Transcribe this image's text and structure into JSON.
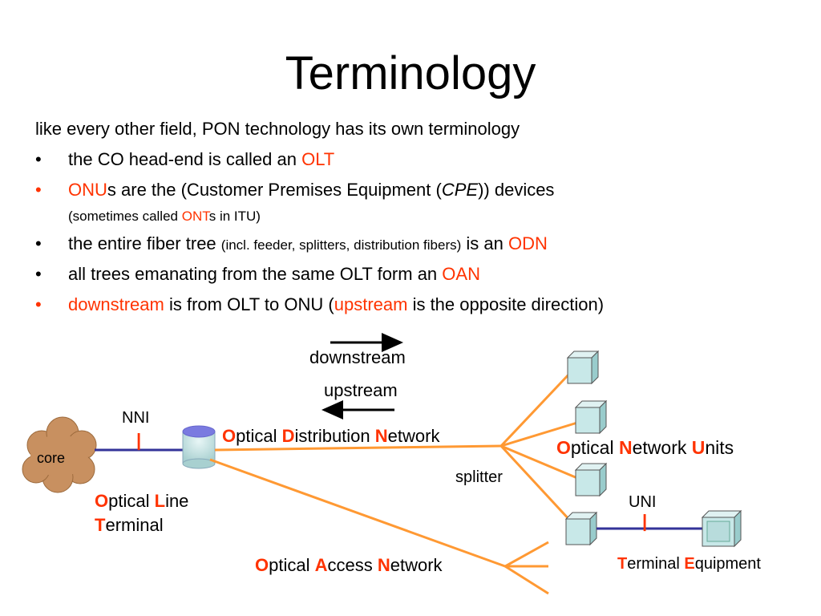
{
  "title": "Terminology",
  "intro": "like every other field, PON technology has its own terminology",
  "bullets": [
    {
      "before": "the CO head-end is called an ",
      "term": "OLT"
    },
    {
      "term": "ONU",
      "after": "s are the (Customer Premises Equipment (",
      "italic": "CPE",
      "close": ")) devices",
      "sub_before": "(sometimes called ",
      "sub_term": "ONT",
      "sub_after": "s in ITU)"
    },
    {
      "before": "the entire fiber tree ",
      "small": "(incl. feeder, splitters, distribution fibers)",
      "mid": " is an ",
      "term": "ODN"
    },
    {
      "before": "all trees emanating from the same OLT form an ",
      "term": "OAN"
    },
    {
      "term": "downstream",
      "mid": " is from OLT to ONU (",
      "term2": "upstream",
      "after": " is the opposite direction)"
    }
  ],
  "bullet_symbol": "•",
  "diagram": {
    "downstream_label": "downstream",
    "upstream_label": "upstream",
    "nni_label": "NNI",
    "uni_label": "UNI",
    "core_label": "core",
    "splitter_label": "splitter",
    "marker": "|",
    "olt": {
      "l1": "O",
      "l2": "ptical ",
      "l3": "L",
      "l4": "ine",
      "l5": "T",
      "l6": "erminal"
    },
    "odn": {
      "l1": "O",
      "l2": "ptical ",
      "l3": "D",
      "l4": "istribution ",
      "l5": "N",
      "l6": "etwork"
    },
    "onu": {
      "l1": "O",
      "l2": "ptical ",
      "l3": "N",
      "l4": "etwork ",
      "l5": "U",
      "l6": "nits"
    },
    "oan": {
      "l1": "O",
      "l2": "ptical ",
      "l3": "A",
      "l4": "ccess ",
      "l5": "N",
      "l6": "etwork"
    },
    "te": {
      "l1": "T",
      "l2": "erminal ",
      "l3": "E",
      "l4": "quipment"
    }
  },
  "colors": {
    "accent": "#ff3300",
    "fiber": "#ff9933",
    "link": "#333399",
    "cube": "#c8e8e8",
    "core": "#c89060"
  }
}
